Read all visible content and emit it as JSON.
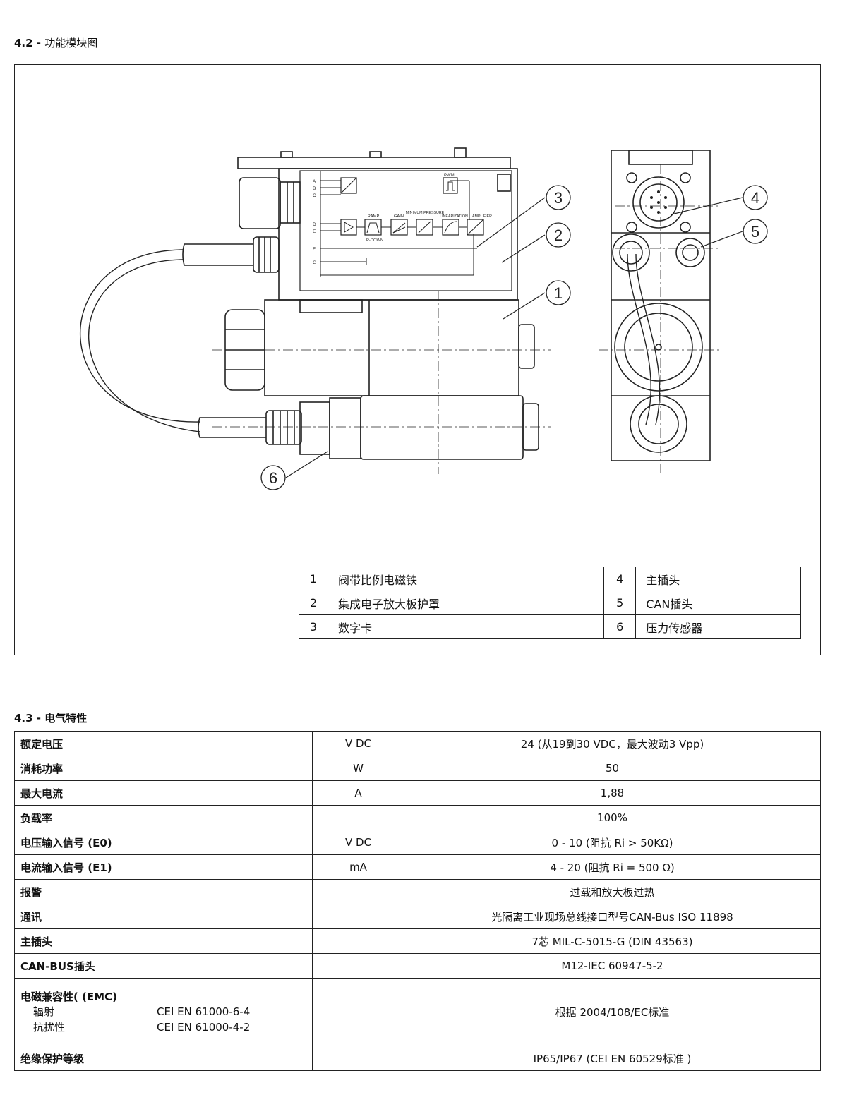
{
  "section_42": {
    "num": "4.2 -",
    "title": "功能模块图"
  },
  "diagram": {
    "channels": [
      "A",
      "B",
      "C",
      "D",
      "E",
      "F",
      "G"
    ],
    "blocks": {
      "pwm": "PWM",
      "ramp": "RAMP",
      "ramp_sub": "UP-DOWN",
      "gain": "GAIN",
      "min_pressure": "MINIMUM PRESSURE",
      "linearization": "LINEARIZATION",
      "amplifier": "AMPLIFIER"
    },
    "callouts": [
      "1",
      "2",
      "3",
      "4",
      "5",
      "6"
    ]
  },
  "legend": [
    {
      "num": "1",
      "text": "阀带比例电磁铁",
      "num2": "4",
      "text2": "主插头"
    },
    {
      "num": "2",
      "text": "集成电子放大板护罩",
      "num2": "5",
      "text2": "CAN插头"
    },
    {
      "num": "3",
      "text": "数字卡",
      "num2": "6",
      "text2": "压力传感器"
    }
  ],
  "section_43": {
    "num": "4.3 -",
    "title": "电气特性"
  },
  "elec_rows": [
    {
      "label": "额定电压",
      "unit": "V DC",
      "value": "24 (从19到30 VDC，最大波动3 Vpp)"
    },
    {
      "label": "消耗功率",
      "unit": "W",
      "value": "50"
    },
    {
      "label": "最大电流",
      "unit": "A",
      "value": "1,88"
    },
    {
      "label": "负载率",
      "unit": "",
      "value": "100%"
    },
    {
      "label": "电压输入信号 (E0)",
      "unit": "V DC",
      "value": "0 - 10  (阻抗 Ri > 50KΩ)"
    },
    {
      "label": "电流输入信号  (E1)",
      "unit": "mA",
      "value": "4 - 20 (阻抗 Ri = 500 Ω)"
    },
    {
      "label": "报警",
      "unit": "",
      "value": "过载和放大板过热"
    },
    {
      "label": "通讯",
      "unit": "",
      "value": "光隔离工业现场总线接口型号CAN-Bus ISO 11898"
    },
    {
      "label": "主插头",
      "unit": "",
      "value": "7芯 MIL-C-5015-G (DIN 43563)"
    },
    {
      "label": "CAN-BUS插头",
      "unit": "",
      "value": "M12-IEC 60947-5-2"
    }
  ],
  "emc": {
    "label": "电磁兼容性( (EMC)",
    "emission_label": "辐射",
    "emission_std": "CEI EN 61000-6-4",
    "immunity_label": "抗扰性",
    "immunity_std": "CEI EN 61000-4-2",
    "value": "根据  2004/108/EC标准"
  },
  "insulation": {
    "label": "绝缘保护等级",
    "value": "IP65/IP67 (CEI EN 60529标准 )"
  }
}
